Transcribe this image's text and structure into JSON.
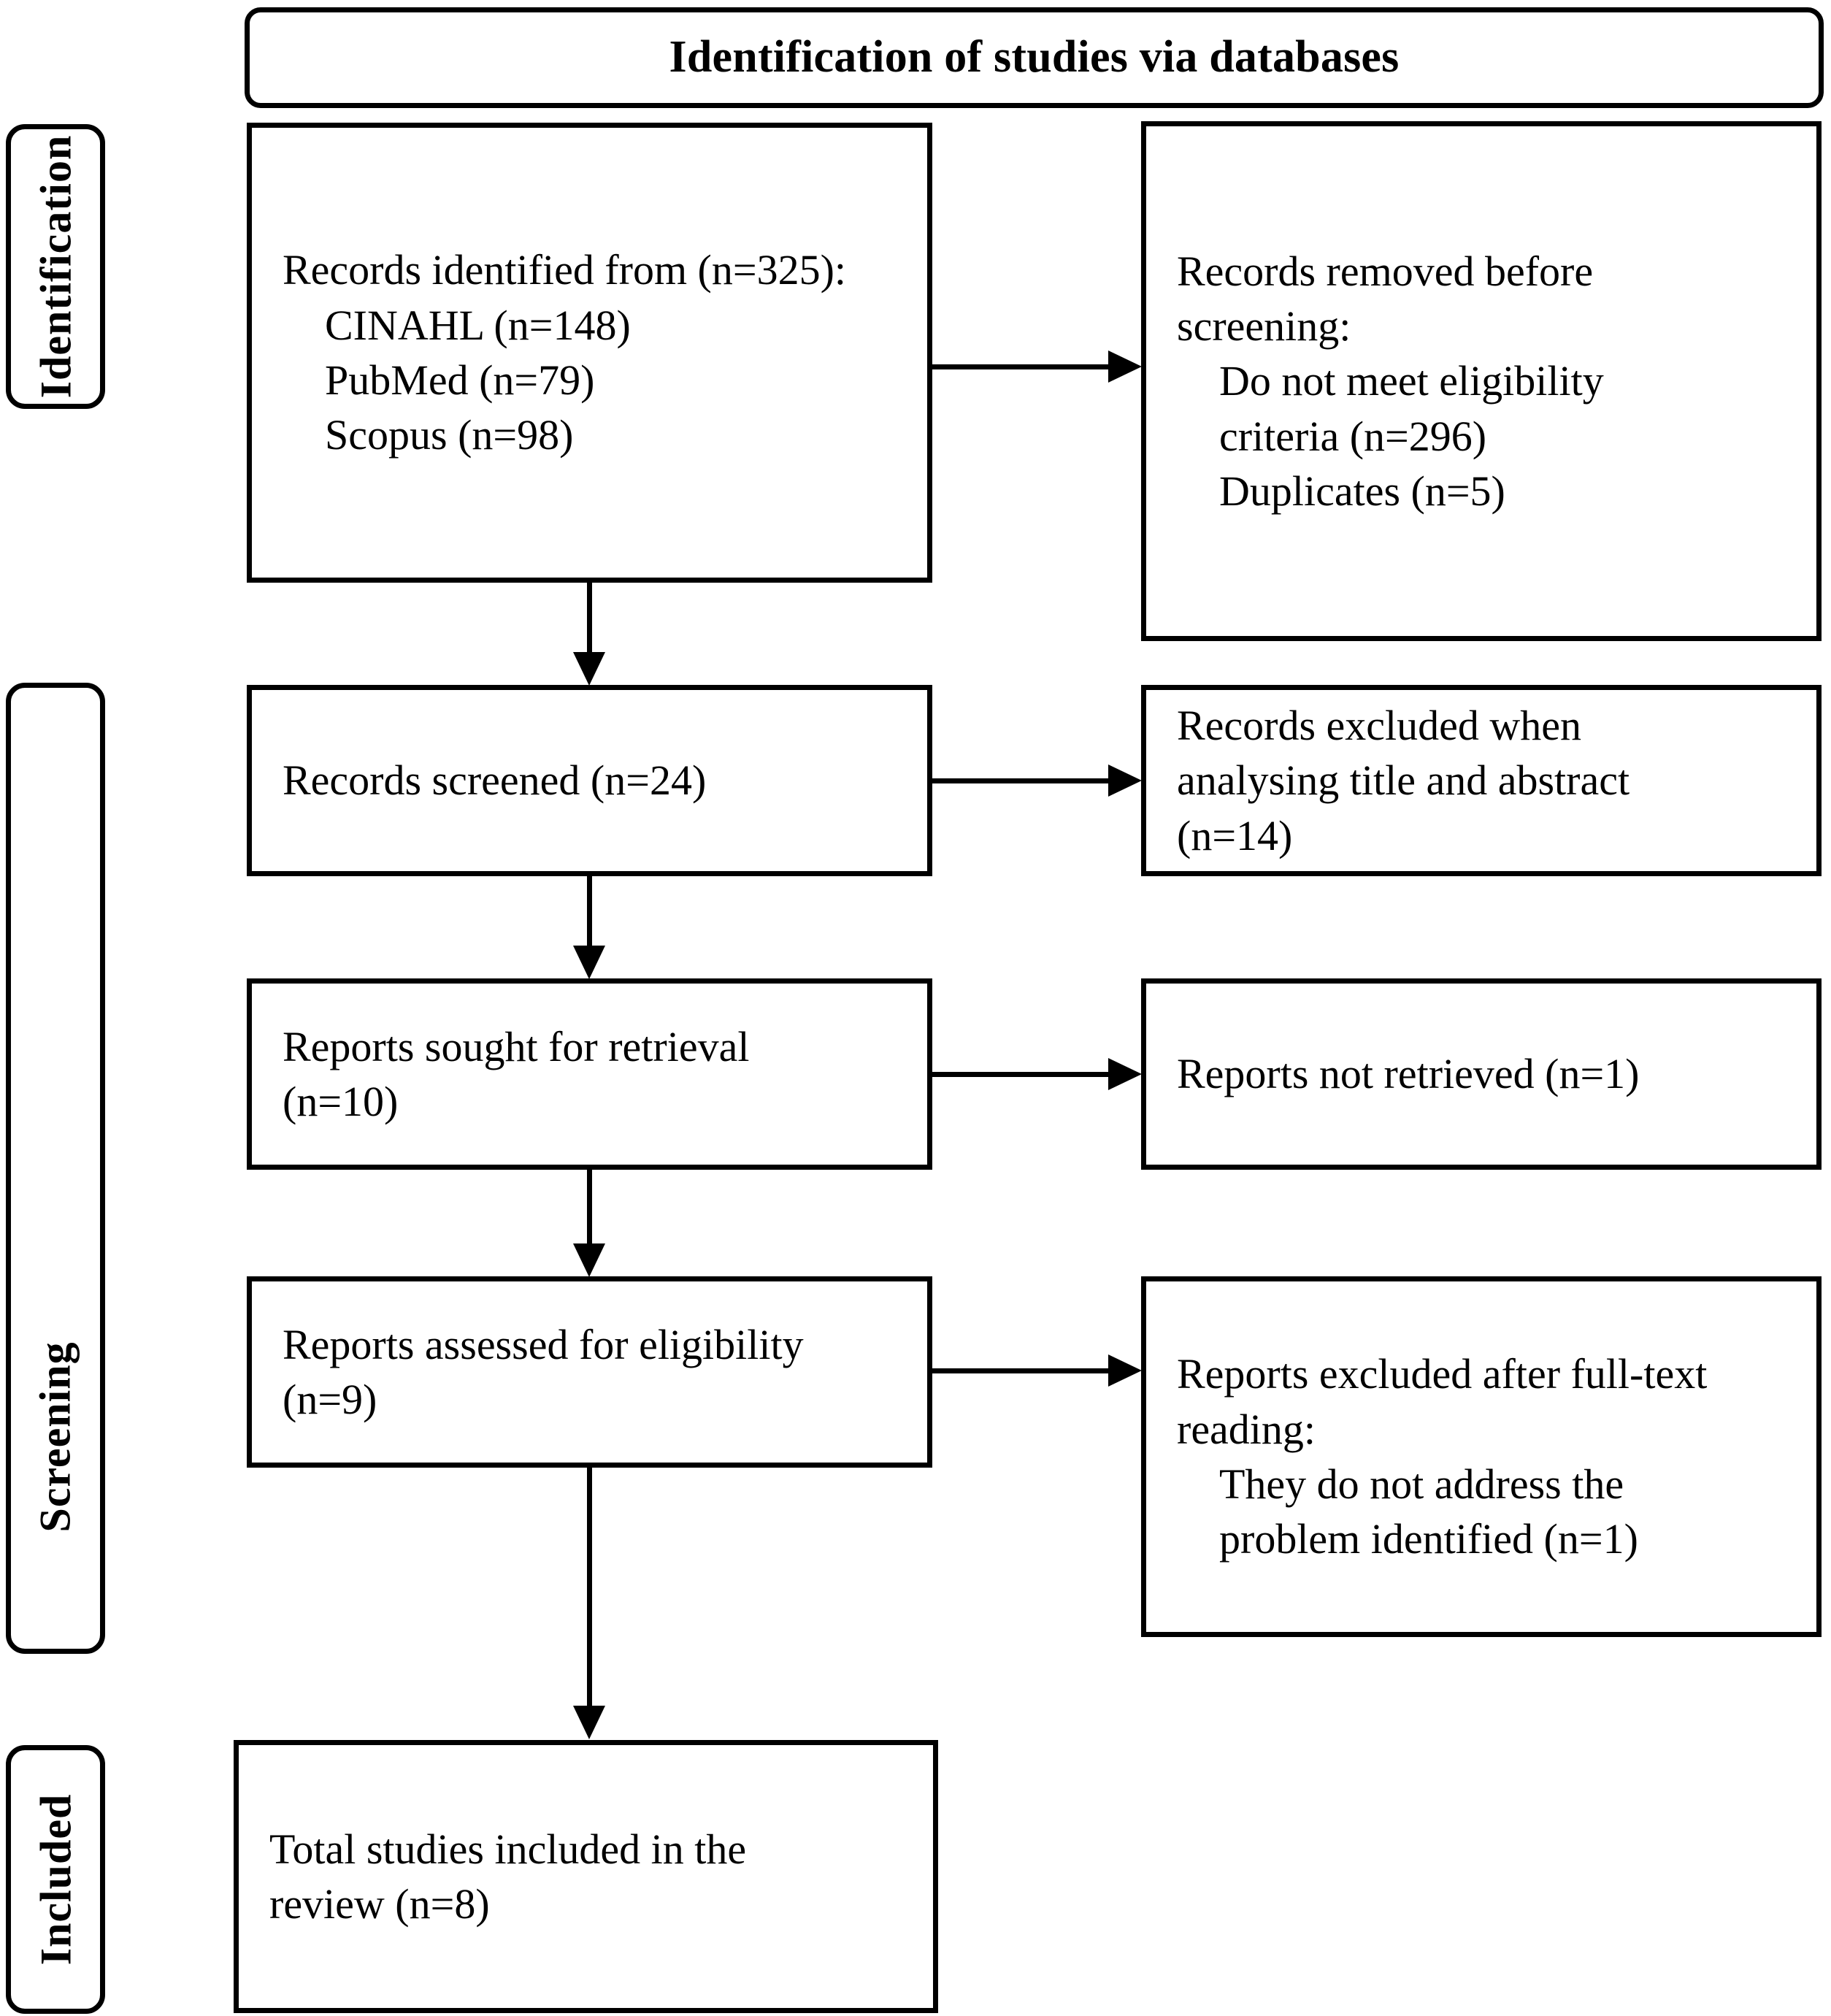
{
  "banner": {
    "title": "Identification of studies via databases"
  },
  "stages": [
    {
      "id": "identification",
      "label": "Identification"
    },
    {
      "id": "screening",
      "label": "Screening"
    },
    {
      "id": "included",
      "label": "Included"
    }
  ],
  "flow": {
    "identified": "Records identified from (n=325):\n    CINAHL (n=148)\n    PubMed (n=79)\n    Scopus (n=98)",
    "removed": "Records removed before\nscreening:\n    Do not meet eligibility\n    criteria (n=296)\n    Duplicates (n=5)",
    "screened": "Records screened (n=24)",
    "excluded_title_abstract": "Records excluded when\nanalysing title and abstract\n(n=14)",
    "sought": "Reports sought for retrieval\n(n=10)",
    "not_retrieved": "Reports not retrieved (n=1)",
    "assessed": "Reports assessed for eligibility\n(n=9)",
    "excluded_fulltext": "Reports excluded after full-text\nreading:\n    They do not address the\n    problem identified (n=1)",
    "total_included": "Total studies included in the\nreview (n=8)"
  },
  "chart_data": {
    "type": "diagram",
    "title": "Identification of studies via databases",
    "diagram_kind": "PRISMA flow diagram",
    "stages": [
      "Identification",
      "Screening",
      "Included"
    ],
    "nodes": [
      {
        "id": "identified",
        "stage": "Identification",
        "column": "left",
        "label": "Records identified from",
        "n": 325,
        "sources": [
          {
            "name": "CINAHL",
            "n": 148
          },
          {
            "name": "PubMed",
            "n": 79
          },
          {
            "name": "Scopus",
            "n": 98
          }
        ]
      },
      {
        "id": "removed",
        "stage": "Identification",
        "column": "right",
        "label": "Records removed before screening",
        "reasons": [
          {
            "name": "Do not meet eligibility criteria",
            "n": 296
          },
          {
            "name": "Duplicates",
            "n": 5
          }
        ]
      },
      {
        "id": "screened",
        "stage": "Screening",
        "column": "left",
        "label": "Records screened",
        "n": 24
      },
      {
        "id": "excluded_title_abstract",
        "stage": "Screening",
        "column": "right",
        "label": "Records excluded when analysing title and abstract",
        "n": 14
      },
      {
        "id": "sought",
        "stage": "Screening",
        "column": "left",
        "label": "Reports sought for retrieval",
        "n": 10
      },
      {
        "id": "not_retrieved",
        "stage": "Screening",
        "column": "right",
        "label": "Reports not retrieved",
        "n": 1
      },
      {
        "id": "assessed",
        "stage": "Screening",
        "column": "left",
        "label": "Reports assessed for eligibility",
        "n": 9
      },
      {
        "id": "excluded_fulltext",
        "stage": "Screening",
        "column": "right",
        "label": "Reports excluded after full-text reading",
        "reasons": [
          {
            "name": "They do not address the problem identified",
            "n": 1
          }
        ]
      },
      {
        "id": "total_included",
        "stage": "Included",
        "column": "left",
        "label": "Total studies included in the review",
        "n": 8
      }
    ],
    "edges": [
      {
        "from": "identified",
        "to": "removed",
        "direction": "right"
      },
      {
        "from": "identified",
        "to": "screened",
        "direction": "down"
      },
      {
        "from": "screened",
        "to": "excluded_title_abstract",
        "direction": "right"
      },
      {
        "from": "screened",
        "to": "sought",
        "direction": "down"
      },
      {
        "from": "sought",
        "to": "not_retrieved",
        "direction": "right"
      },
      {
        "from": "sought",
        "to": "assessed",
        "direction": "down"
      },
      {
        "from": "assessed",
        "to": "excluded_fulltext",
        "direction": "right"
      },
      {
        "from": "assessed",
        "to": "total_included",
        "direction": "down"
      }
    ],
    "colors": {
      "line": "#000000",
      "fill": "#ffffff",
      "text": "#000000"
    }
  }
}
